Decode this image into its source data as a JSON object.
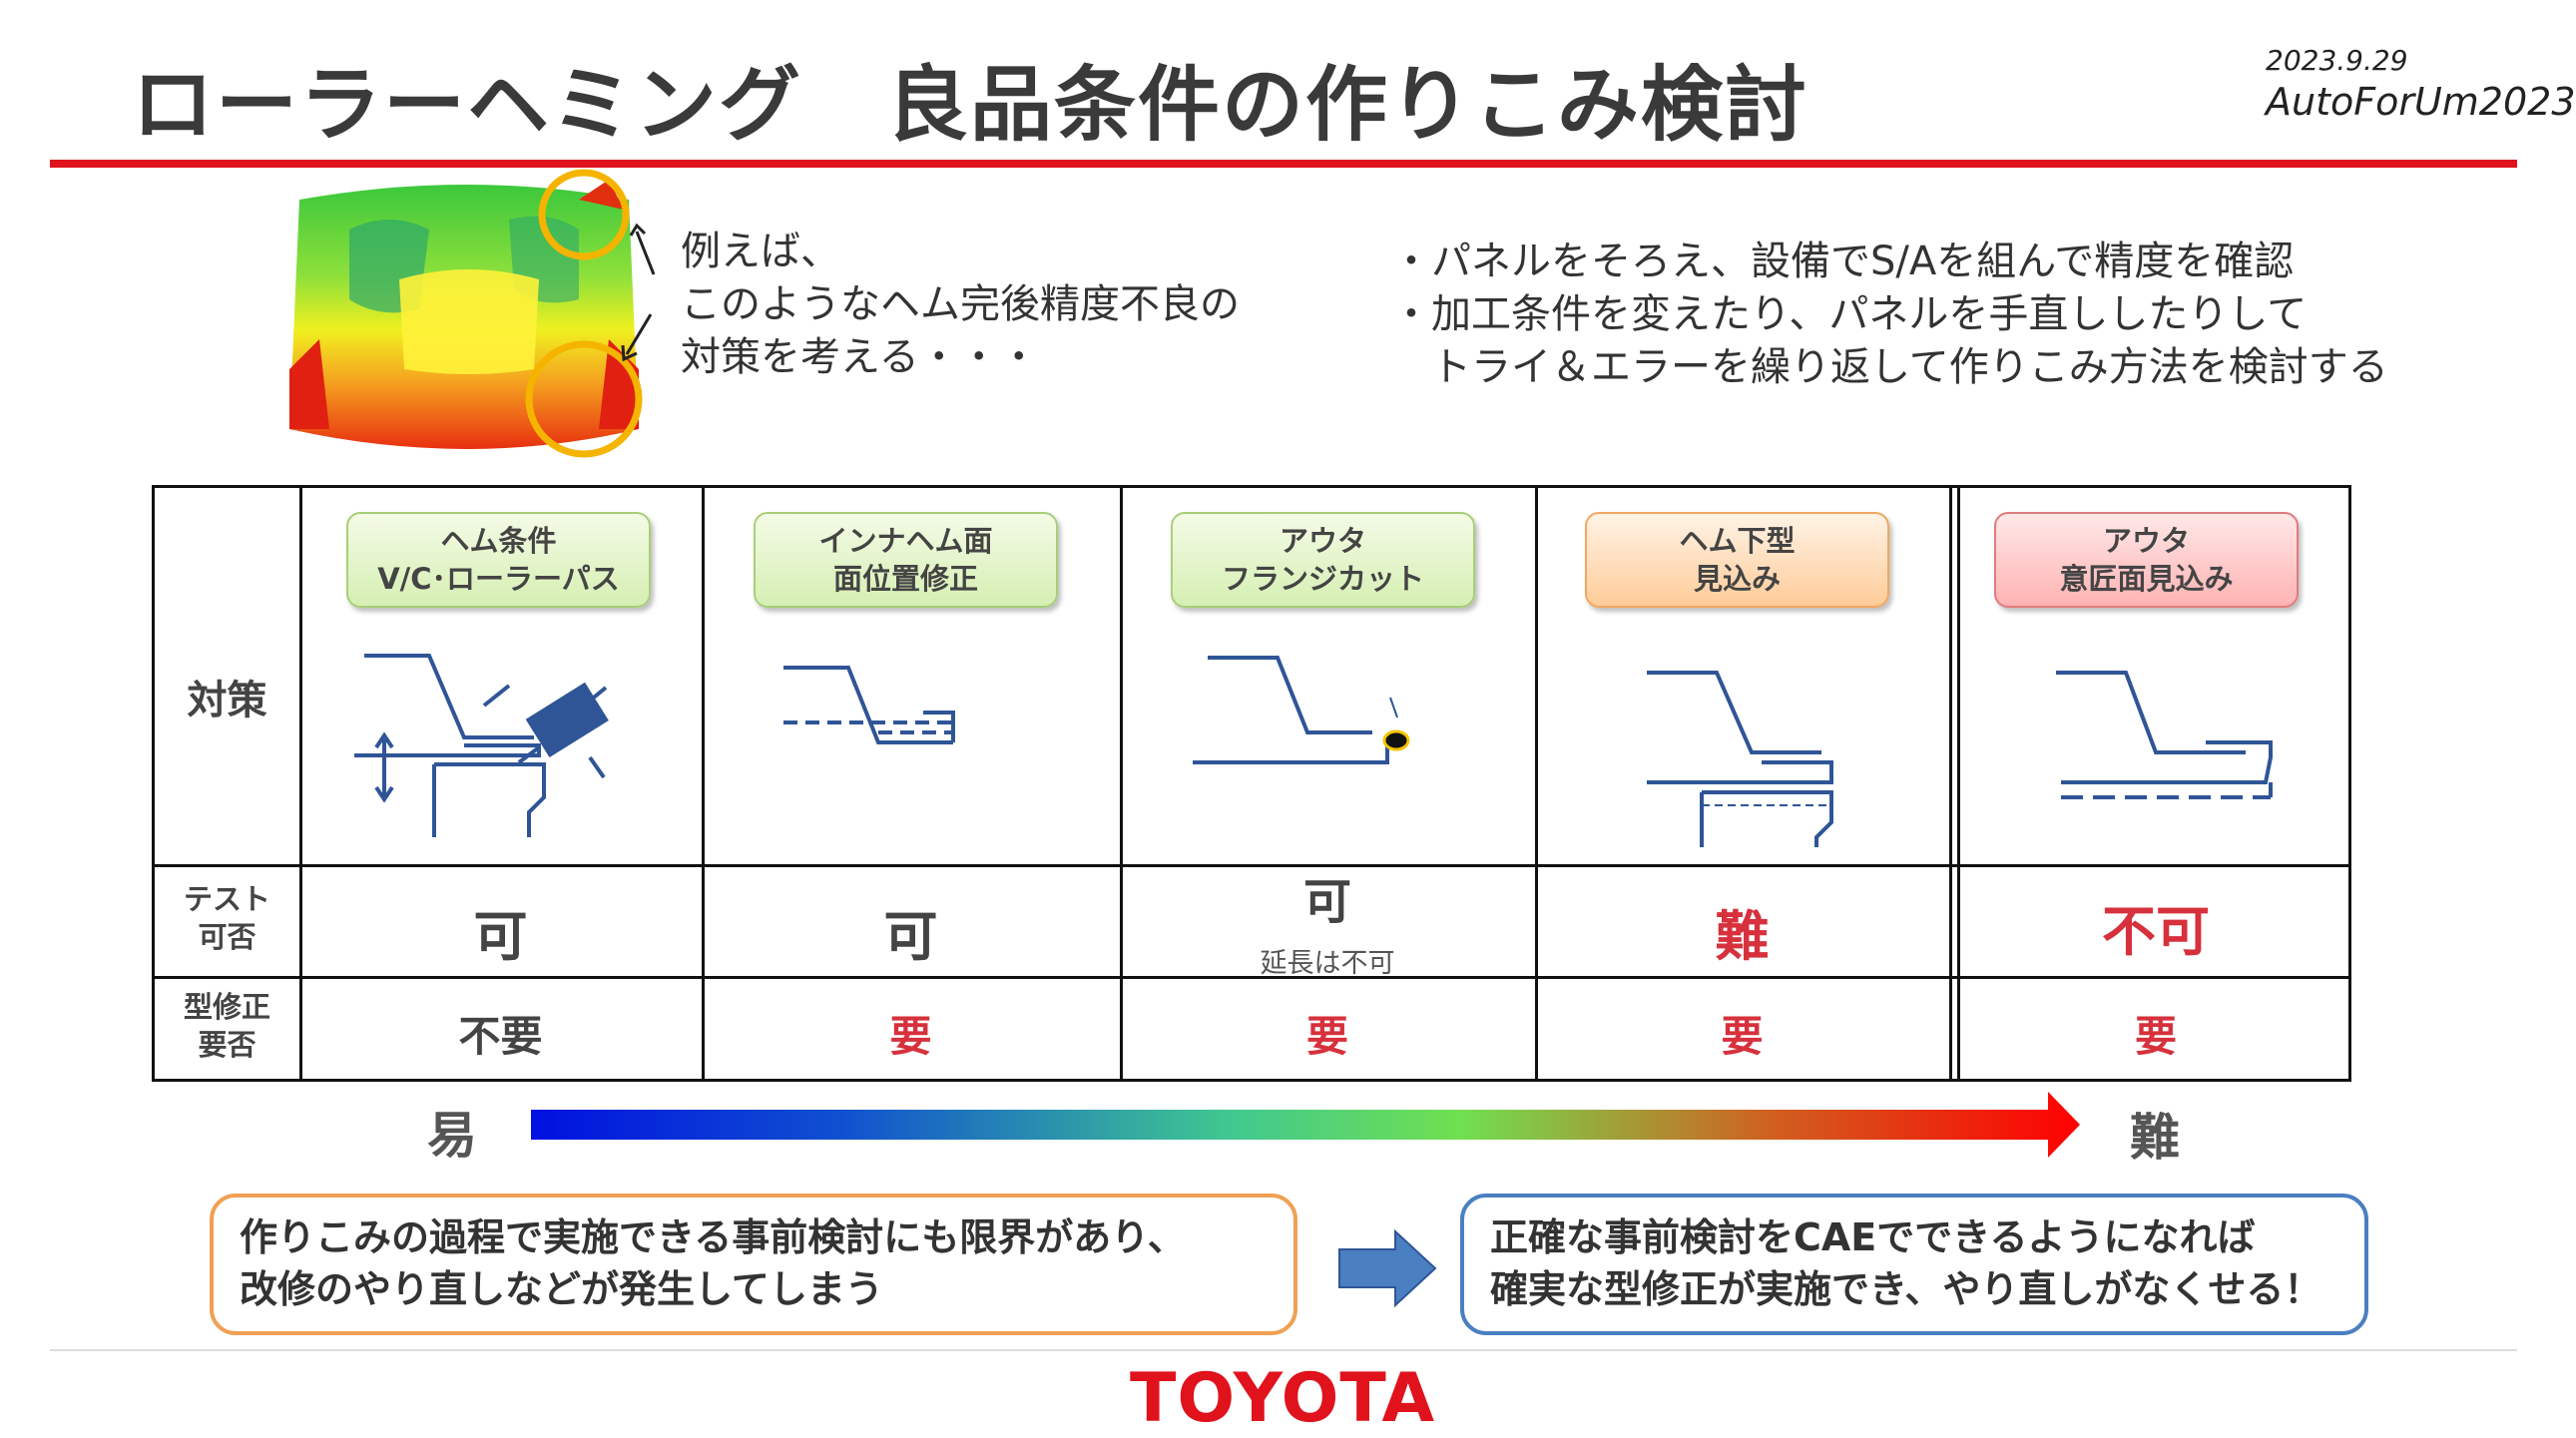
{
  "header": {
    "title": "ローラーヘミング　良品条件の作りこみ検討",
    "date": "2023.9.29",
    "event": "AutoForUm2023"
  },
  "intro": {
    "left_note": [
      "例えば、",
      "このようなヘム完後精度不良の",
      "対策を考える・・・"
    ],
    "right_note": [
      "・パネルをそろえ、設備でS/Aを組んで精度を確認",
      "・加工条件を変えたり、パネルを手直ししたりして",
      "　トライ＆エラーを繰り返して作りこみ方法を検討する"
    ]
  },
  "matrix": {
    "row_headers": {
      "measure": "対策",
      "test": [
        "テスト",
        "可否"
      ],
      "die": [
        "型修正",
        "要否"
      ]
    },
    "columns": [
      {
        "label": [
          "ヘム条件",
          "V/C･ローラーパス"
        ],
        "tone": "green",
        "test": "可",
        "test_note": "",
        "test_color": "gray",
        "die": "不要",
        "die_color": "gray"
      },
      {
        "label": [
          "インナヘム面",
          "面位置修正"
        ],
        "tone": "green",
        "test": "可",
        "test_note": "",
        "test_color": "gray",
        "die": "要",
        "die_color": "red"
      },
      {
        "label": [
          "アウタ",
          "フランジカット"
        ],
        "tone": "green",
        "test": "可",
        "test_note": "延長は不可",
        "test_color": "gray",
        "die": "要",
        "die_color": "red"
      },
      {
        "label": [
          "ヘム下型",
          "見込み"
        ],
        "tone": "orange",
        "test": "難",
        "test_note": "",
        "test_color": "red",
        "die": "要",
        "die_color": "red"
      },
      {
        "label": [
          "アウタ",
          "意匠面見込み"
        ],
        "tone": "red",
        "test": "不可",
        "test_note": "",
        "test_color": "red",
        "die": "要",
        "die_color": "red"
      }
    ]
  },
  "scale": {
    "easy": "易",
    "hard": "難"
  },
  "conclusion": {
    "left": [
      "作りこみの過程で実施できる事前検討にも限界があり、",
      "改修のやり直しなどが発生してしまう"
    ],
    "right": [
      "正確な事前検討をCAEでできるようになれば",
      "確実な型修正が実施でき、やり直しがなくせる！"
    ]
  },
  "footer": {
    "logo": "TOYOTA"
  },
  "colors": {
    "accent_red": "#e0121c",
    "orange_border": "#f0a055",
    "blue_border": "#4a7fc1",
    "line_blue": "#2f5597"
  }
}
